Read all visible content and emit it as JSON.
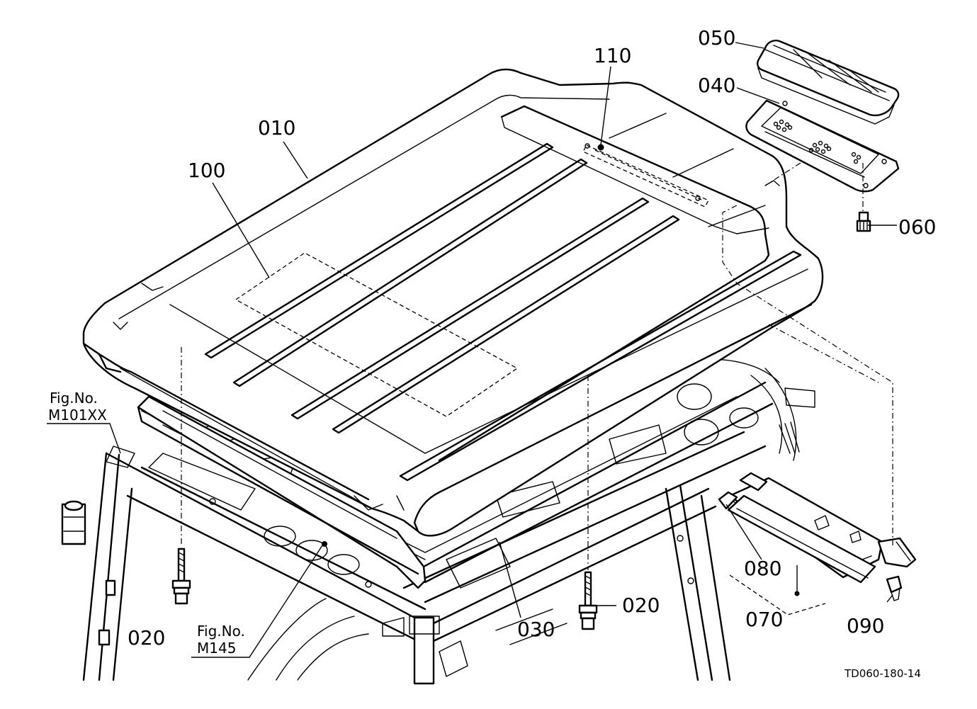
{
  "callouts": {
    "c010": "010",
    "c100": "100",
    "c110": "110",
    "c050": "050",
    "c040": "040",
    "c060": "060",
    "c020_left": "020",
    "c020_right": "020",
    "c030": "030",
    "c070": "070",
    "c080": "080",
    "c090": "090"
  },
  "figure_refs": {
    "ref1_prefix": "Fig.No.",
    "ref1_code": "M101XX",
    "ref2_prefix": "Fig.No.",
    "ref2_code": "M145"
  },
  "drawing_code": "TD060-180-14"
}
